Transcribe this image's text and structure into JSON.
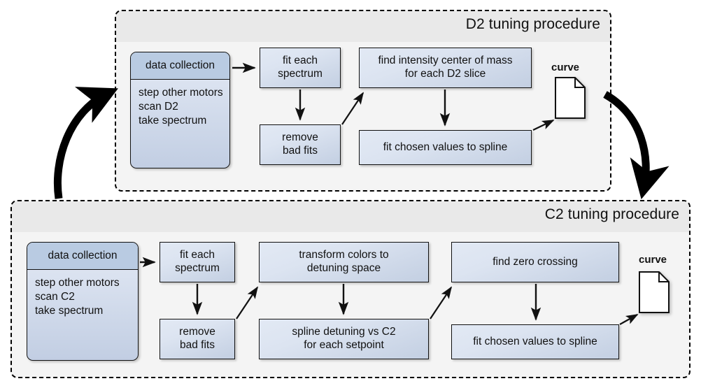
{
  "diagram": {
    "title": "D2 and C2 tuning procedures flowchart",
    "panels": [
      {
        "id": "d2",
        "title": "D2 tuning procedure",
        "data_collection": {
          "header": "data collection",
          "steps": [
            "step other motors",
            "scan D2",
            "take spectrum"
          ]
        },
        "steps": [
          {
            "id": "fit-each-spectrum",
            "lines": [
              "fit each",
              "spectrum"
            ]
          },
          {
            "id": "remove-bad-fits",
            "lines": [
              "remove",
              "bad fits"
            ]
          },
          {
            "id": "find-intensity-com",
            "lines": [
              "find intensity center of mass",
              "for each D2 slice"
            ]
          },
          {
            "id": "fit-chosen-values",
            "lines": [
              "fit chosen values to spline"
            ]
          }
        ],
        "output": {
          "label": "curve",
          "icon": "document-icon"
        }
      },
      {
        "id": "c2",
        "title": "C2 tuning procedure",
        "data_collection": {
          "header": "data collection",
          "steps": [
            "step other motors",
            "scan C2",
            "take spectrum"
          ]
        },
        "steps": [
          {
            "id": "fit-each-spectrum",
            "lines": [
              "fit each",
              "spectrum"
            ]
          },
          {
            "id": "remove-bad-fits",
            "lines": [
              "remove",
              "bad fits"
            ]
          },
          {
            "id": "transform-colors",
            "lines": [
              "transform colors to",
              "detuning space"
            ]
          },
          {
            "id": "spline-detuning",
            "lines": [
              "spline detuning vs C2",
              "for each setpoint"
            ]
          },
          {
            "id": "find-zero-crossing",
            "lines": [
              "find zero crossing"
            ]
          },
          {
            "id": "fit-chosen-values",
            "lines": [
              "fit chosen values to spline"
            ]
          }
        ],
        "output": {
          "label": "curve",
          "icon": "document-icon"
        }
      }
    ],
    "colors": {
      "panel_body": "#f4f4f4",
      "panel_titlebar": "#e9e9e9",
      "box_gradient_top": "#e2e9f4",
      "box_gradient_bottom": "#c3cfe2",
      "data_collection_header": "#b9cbe2",
      "stroke": "#111111",
      "background": "#ffffff"
    }
  }
}
